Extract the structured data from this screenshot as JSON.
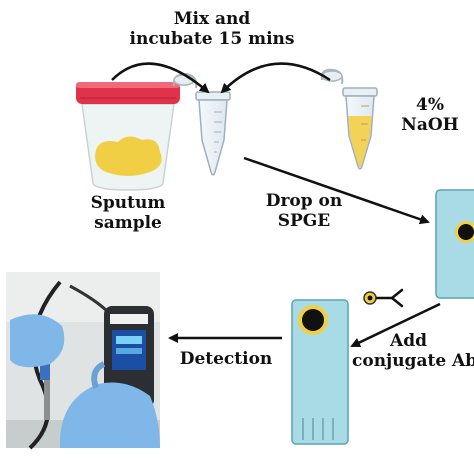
{
  "labels": {
    "mix_line1": "Mix and",
    "mix_line2": "incubate 15 mins",
    "naoh_line1": "4%",
    "naoh_line2": "NaOH",
    "sputum_line1": "Sputum",
    "sputum_line2": "sample",
    "drop_line1": "Drop on",
    "drop_line2": "SPGE",
    "add_line1": "Add",
    "add_line2": "conjugate Ab",
    "detection": "Detection"
  },
  "colors": {
    "cup_lid": "#e0334a",
    "sputum": "#f0cf45",
    "naoh_liquid": "#f3d25a",
    "electrode": "#a9dbe6",
    "glove": "#7fb8e8",
    "arrow": "#111111"
  },
  "icons": {
    "cup": "specimen-cup-icon",
    "tube": "microcentrifuge-tube-icon",
    "electrode": "screen-printed-electrode-icon",
    "antibody": "antibody-conjugate-icon",
    "photo": "potentiostat-photo"
  }
}
